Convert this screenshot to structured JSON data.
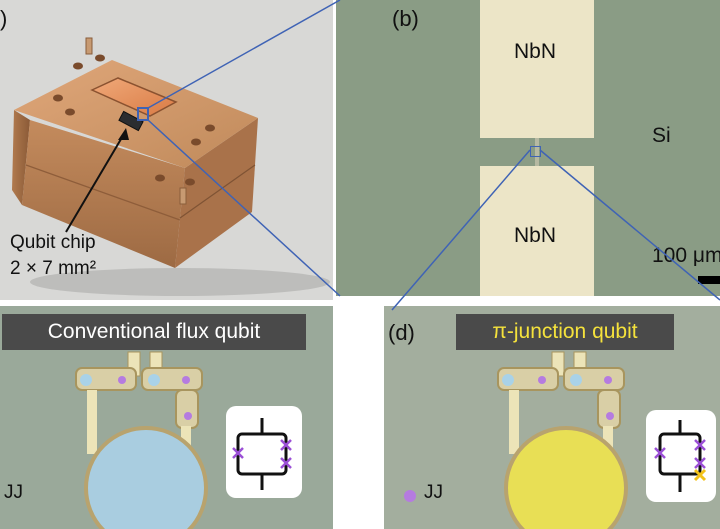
{
  "panel_a": {
    "label": ")",
    "callout_line1": "Qubit chip",
    "callout_line2": "2 × 7 mm²"
  },
  "panel_b": {
    "label": "(b)",
    "top_pad": "NbN",
    "bottom_pad": "NbN",
    "substrate": "Si",
    "scale_bar": "100 μm"
  },
  "panel_c": {
    "title": "Conventional flux qubit",
    "legend": "JJ"
  },
  "panel_d": {
    "label": "(d)",
    "title": "π-junction qubit",
    "legend": "JJ"
  },
  "colors": {
    "copper": "#c98f5c",
    "chip_background": "#8a9c85",
    "nbn_pad": "#ece5c7",
    "title_box": "#4a4a4a",
    "pi_title_text": "#f5e23c",
    "junction_marker": "#9b4fd6",
    "island_blue": "#a9cde0",
    "island_yellow": "#e8df55",
    "zoom_line": "#3f63b5"
  }
}
